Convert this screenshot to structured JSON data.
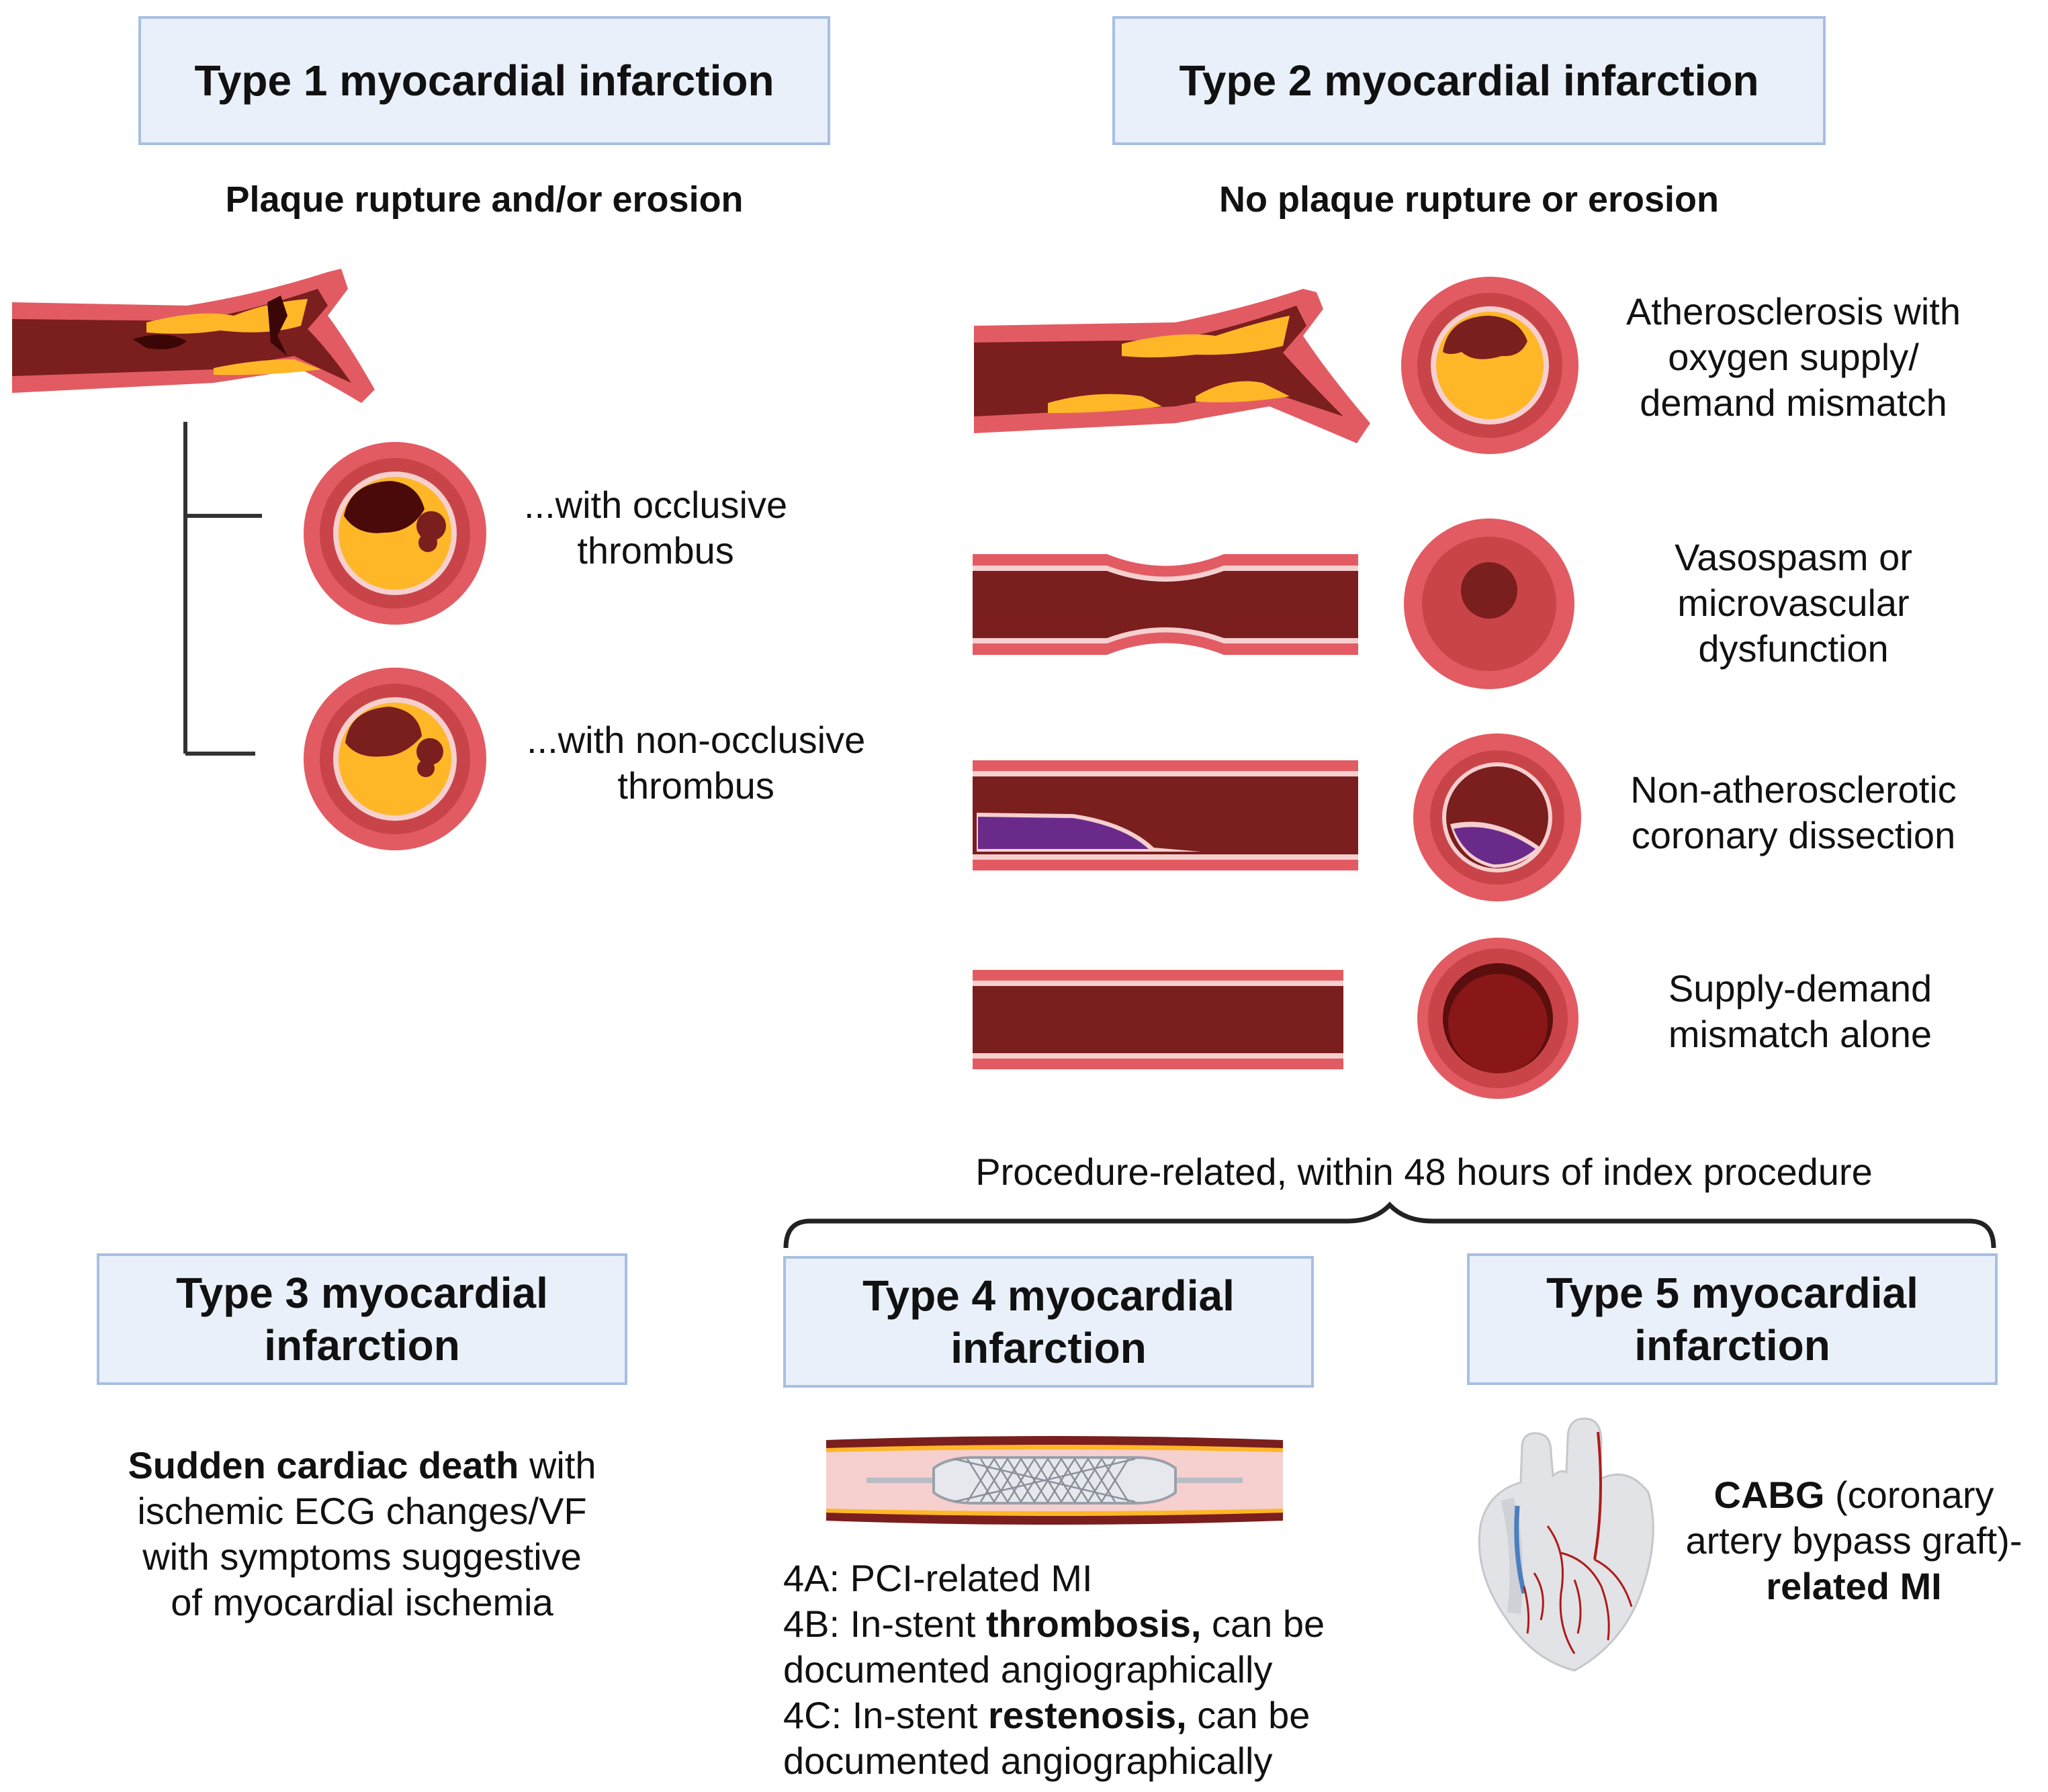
{
  "type1": {
    "title": "Type 1 myocardial infarction",
    "subtitle": "Plaque rupture and/or erosion",
    "occlusive_line1": "...with occlusive",
    "occlusive_line2": "thrombus",
    "nonocclusive_line1": "...with non-occlusive",
    "nonocclusive_line2": "thrombus"
  },
  "type2": {
    "title": "Type 2 myocardial infarction",
    "subtitle": "No plaque rupture or erosion",
    "rows": [
      {
        "line1": "Atherosclerosis with",
        "line2": "oxygen supply/",
        "line3": "demand mismatch"
      },
      {
        "line1": "Vasospasm or",
        "line2": "microvascular",
        "line3": "dysfunction"
      },
      {
        "line1": "Non-atherosclerotic",
        "line2": "coronary dissection"
      },
      {
        "line1": "Supply-demand",
        "line2": "mismatch alone"
      }
    ]
  },
  "procedure_label": "Procedure-related, within 48 hours of index procedure",
  "type3": {
    "title_line1": "Type 3 myocardial",
    "title_line2": "infarction",
    "desc_bold": "Sudden cardiac death",
    "desc_rest1": " with",
    "desc_line2": "ischemic ECG changes/VF",
    "desc_line3": "with symptoms suggestive",
    "desc_line4": "of myocardial ischemia"
  },
  "type4": {
    "title_line1": "Type 4 myocardial",
    "title_line2": "infarction",
    "a": "4A: PCI-related MI",
    "b_pre": "4B: In-stent ",
    "b_bold": "thrombosis,",
    "b_post": " can be",
    "b_line2": "documented angiographically",
    "c_pre": "4C: In-stent ",
    "c_bold": "restenosis,",
    "c_post": " can be",
    "c_line2": "documented angiographically"
  },
  "type5": {
    "title_line1": "Type 5 myocardial",
    "title_line2": "infarction",
    "desc_bold1": "CABG",
    "desc_rest1": " (coronary",
    "desc_line2": "artery bypass graft)-",
    "desc_bold3": "related MI"
  },
  "colors": {
    "box_fill": "#e9f0fa",
    "box_border": "#a8bfe3",
    "vessel_outer": "#e35b62",
    "vessel_lumen": "#7a1e1e",
    "plaque": "#ffb728",
    "thrombus": "#4a0a0a",
    "dissection": "#6a2a8a"
  }
}
